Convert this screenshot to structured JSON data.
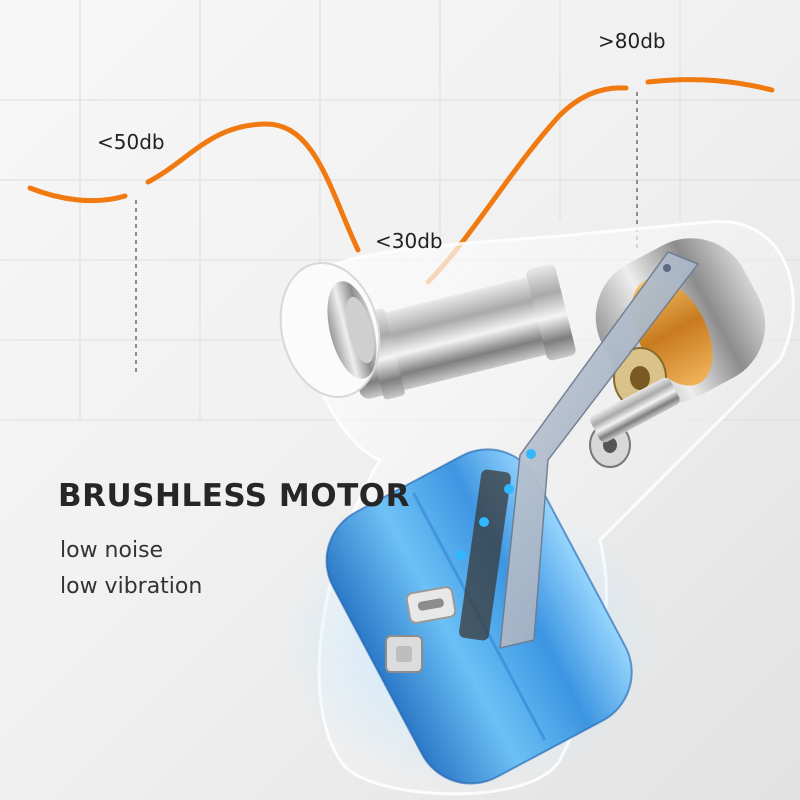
{
  "headline": "BRUSHLESS MOTOR",
  "features": [
    "low noise",
    "low vibration"
  ],
  "noise_markers": [
    {
      "label": "<50db"
    },
    {
      "label": "<30db"
    },
    {
      "label": ">80db"
    }
  ],
  "colors": {
    "curve": "#f07a10",
    "battery": "#3aa0ea",
    "headline": "#262626",
    "indicator_led": "#2fb8ff"
  },
  "icons": [
    "usb-c-port-icon",
    "indicator-led-icon"
  ]
}
